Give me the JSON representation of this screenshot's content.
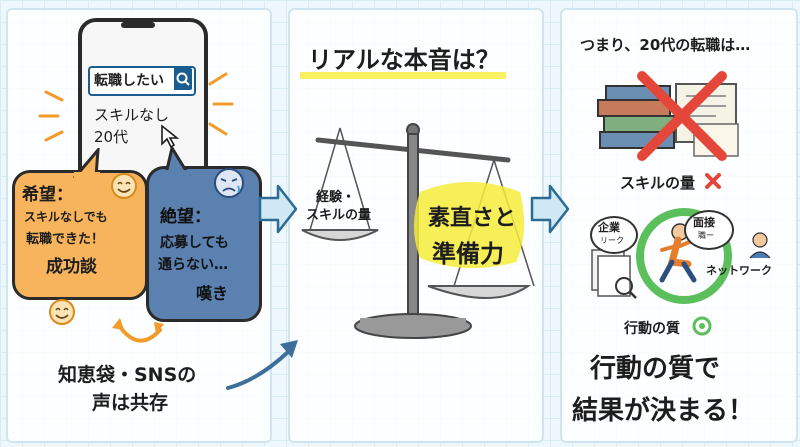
{
  "left": {
    "search_query": "転職したい",
    "search_line1": "スキルなし",
    "search_line2": "20代",
    "hope_title": "希望：",
    "hope_line1": "スキルなしでも",
    "hope_line2": "転職できた！",
    "hope_line3": "成功談",
    "despair_title": "絶望：",
    "despair_line1": "応募しても",
    "despair_line2": "通らない…",
    "despair_line3": "嘆き",
    "caption_line1": "知恵袋・SNSの",
    "caption_line2": "声は共存"
  },
  "middle": {
    "title": "リアルな本音は？",
    "left_pan_line1": "経験・",
    "left_pan_line2": "スキルの量",
    "right_pan_line1": "素直さと",
    "right_pan_line2": "準備力"
  },
  "right": {
    "title": "つまり、20代の転職は…",
    "skill_amount": "スキルの量",
    "company_line1": "企業",
    "company_line2": "リーク",
    "interview_line1": "面接",
    "interview_line2": "職ー",
    "network": "ネットワーク",
    "quality": "行動の質",
    "conclusion_line1": "行動の質で",
    "conclusion_line2": "結果が決まる！"
  },
  "colors": {
    "orange": "#f7b45c",
    "blue": "#5b81b0",
    "highlight_yellow": "#f6ec3a",
    "red_x": "#e4473a",
    "green_ring": "#5bbf5b"
  }
}
